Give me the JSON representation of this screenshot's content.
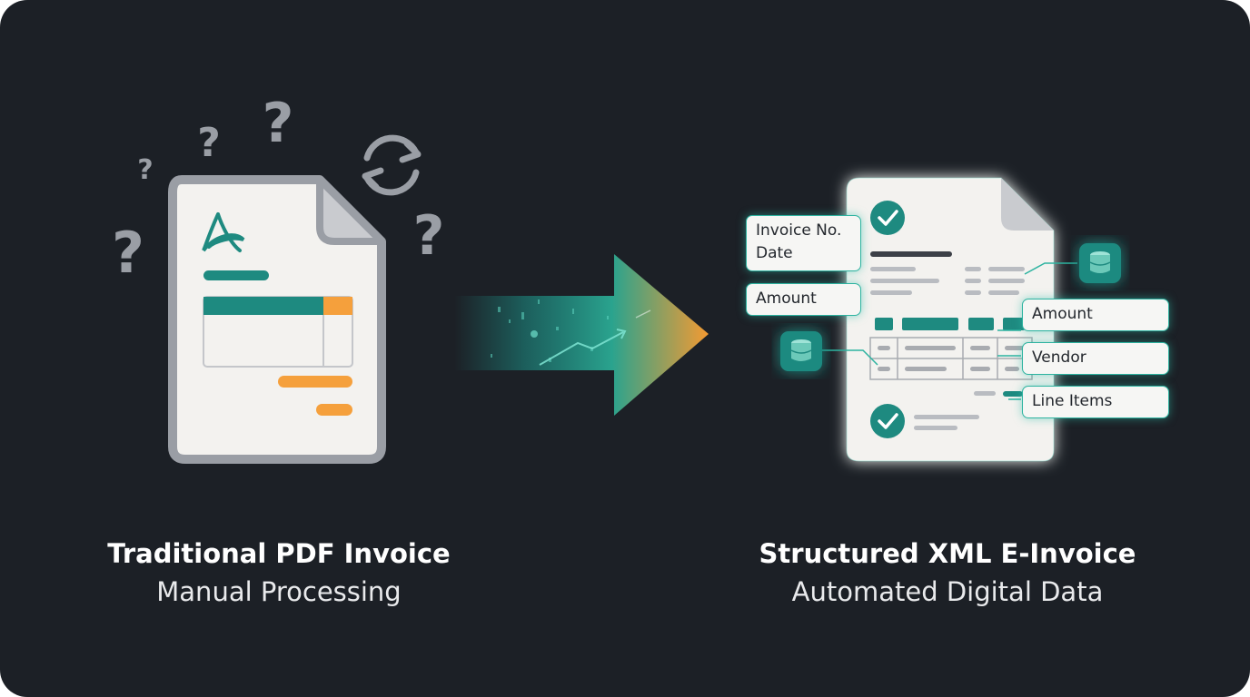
{
  "left_panel": {
    "title": "Traditional PDF Invoice",
    "subtitle": "Manual Processing",
    "icons": [
      "pdf-document-icon",
      "question-mark-icon",
      "refresh-cycle-icon"
    ],
    "question_mark": "?"
  },
  "transition": {
    "icon": "arrow-right-icon"
  },
  "right_panel": {
    "title": "Structured XML E-Invoice",
    "subtitle": "Automated Digital Data",
    "icons": [
      "structured-document-icon",
      "checkmark-icon",
      "database-icon"
    ],
    "field_tags": {
      "invoice_no": "Invoice No.",
      "date": "Date",
      "amount_left": "Amount",
      "amount_right": "Amount",
      "vendor": "Vendor",
      "line_items": "Line Items"
    }
  },
  "colors": {
    "background": "#1c2026",
    "teal": "#1e8a80",
    "orange": "#f5a03c",
    "paper": "#f3f2ef",
    "gray": "#9a9ea5"
  }
}
